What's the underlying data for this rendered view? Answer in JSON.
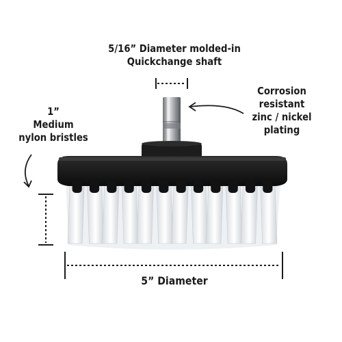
{
  "annotations": {
    "shaft": {
      "line1": "5/16” Diameter molded-in",
      "line2": "Quickchange shaft"
    },
    "plating": {
      "line1": "Corrosion",
      "line2": "resistant",
      "line3": "zinc / nickel",
      "line4": "plating"
    },
    "bristles": {
      "line1": "1”",
      "line2": "Medium",
      "line3": "nylon bristles"
    },
    "diameter": {
      "line1": "5” Diameter"
    }
  },
  "colors": {
    "text": "#1b1b1b",
    "brush_base": "#141414",
    "bristles": "#f4f6f8",
    "shaft": "#b9bcbf"
  },
  "icons": [
    "arrow-left-icon",
    "curved-arrow-down-icon"
  ]
}
